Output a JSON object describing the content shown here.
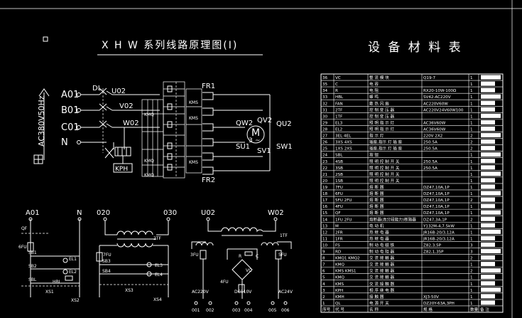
{
  "title_left": "X H W 系列线路原理图(Ⅰ)",
  "title_right": "设 备 材 料 表",
  "supply_label": "AC380V50Hz",
  "phases": [
    "A01",
    "B01",
    "C01",
    "N"
  ],
  "main": {
    "dl": "DL",
    "u02": "U02",
    "v02": "V02",
    "w02": "W02",
    "fr1": "FR1",
    "fr2": "FR2",
    "kph": "KPH",
    "qw2": "QW2",
    "qv2": "QV2",
    "qu2": "QU2",
    "su1": "SU1",
    "sv1": "SV1",
    "sw1": "SW1",
    "motor_m": "M",
    "motor_3": "3",
    "motor_tilde": "~",
    "kmq_labels": [
      "KMQ",
      "KMQ",
      "KMQ"
    ],
    "kms_labels": [
      "KMS",
      "KMS",
      "KMS"
    ]
  },
  "control": {
    "c1": {
      "left": "A01",
      "right": "N",
      "items": [
        "QF",
        "6FU",
        "SB1",
        "SB2",
        "SBL",
        "HBL",
        "EL1",
        "EL2",
        "XS1",
        "XS2"
      ]
    },
    "c2": {
      "left": "020",
      "right": "030",
      "items": [
        "2TF",
        "7FU",
        "SB3",
        "SB4",
        "EL3",
        "EL4",
        "XS3",
        "XS4"
      ]
    },
    "c3": {
      "left": "U02",
      "right": "W02",
      "items": [
        "1TF",
        "3FU",
        "4FU",
        "5FU",
        "VC",
        "R",
        "C",
        "AC220V",
        "DC110V",
        "AC24V",
        "001",
        "002",
        "003",
        "004",
        "005",
        "006"
      ]
    }
  },
  "table": {
    "rows": [
      {
        "no": "36",
        "code": "VC",
        "name": "整 流 模 块",
        "spec": "Q19-7",
        "qty": "1"
      },
      {
        "no": "35",
        "code": "C",
        "name": "电 容",
        "spec": "",
        "qty": "1"
      },
      {
        "no": "34",
        "code": "R",
        "name": "电 阻",
        "spec": "RX20-10W-100Ω",
        "qty": "1"
      },
      {
        "no": "33",
        "code": "HBL",
        "name": "蜂 鸣",
        "spec": "SV42-AC220V",
        "qty": "1"
      },
      {
        "no": "32",
        "code": "FAN",
        "name": "散 热 风 扇",
        "spec": "AC220V60W",
        "qty": "1"
      },
      {
        "no": "31",
        "code": "2TF",
        "name": "控 制 变 压 器",
        "spec": "AC220V24V60W100",
        "qty": "1"
      },
      {
        "no": "30",
        "code": "1TF",
        "name": "控 制 变 压 器",
        "spec": "",
        "qty": "1"
      },
      {
        "no": "29",
        "code": "EL3",
        "name": "照 明 指 示 灯",
        "spec": "AC36V60W",
        "qty": "1"
      },
      {
        "no": "28",
        "code": "EL2",
        "name": "照 明 指 示 灯",
        "spec": "AC36V60W",
        "qty": "1"
      },
      {
        "no": "27",
        "code": "3EL 4EL",
        "name": "指 示 灯",
        "spec": "220V 2X2",
        "qty": "2"
      },
      {
        "no": "26",
        "code": "3XS 4XS",
        "name": "插座,指示 灯 插 座",
        "spec": "250.5A",
        "qty": "2"
      },
      {
        "no": "25",
        "code": "1XS 2XS",
        "name": "插座,指示 灯 插 座",
        "spec": "250.5A",
        "qty": "2"
      },
      {
        "no": "24",
        "code": "SBL",
        "name": "按 钮",
        "spec": "",
        "qty": "1"
      },
      {
        "no": "23",
        "code": "4SB",
        "name": "照 明 控 制 开 关",
        "spec": "250.5A",
        "qty": "1"
      },
      {
        "no": "22",
        "code": "3SB",
        "name": "照 明 控 制 开 关",
        "spec": "250.5A",
        "qty": "1"
      },
      {
        "no": "21",
        "code": "2SB",
        "name": "照 明 控 制 开 关",
        "spec": "",
        "qty": "1"
      },
      {
        "no": "20",
        "code": "1SB",
        "name": "照 明 控 制 开 关",
        "spec": "",
        "qty": "1"
      },
      {
        "no": "19",
        "code": "7FU",
        "name": "熔 断 器",
        "spec": "DZ47,10A,1P",
        "qty": "1"
      },
      {
        "no": "18",
        "code": "6FU",
        "name": "熔 断 器",
        "spec": "DZ47,10A,1P",
        "qty": "1"
      },
      {
        "no": "17",
        "code": "5FU 2FU",
        "name": "熔 断 器",
        "spec": "DZ47,10A,1P",
        "qty": "2"
      },
      {
        "no": "16",
        "code": "4FU",
        "name": "熔 断 器",
        "spec": "DZ47,10A,1P",
        "qty": "1"
      },
      {
        "no": "15",
        "code": "QF",
        "name": "熔 断 器",
        "spec": "DZ47,10A,1P",
        "qty": "1"
      },
      {
        "no": "14",
        "code": "1FU 2FU",
        "name": "熔断器(高分段能力)断路器",
        "spec": "DZ47,3A,1P",
        "qty": "2"
      },
      {
        "no": "13",
        "code": "M",
        "name": "电 动 机",
        "spec": "Y132M-4,7.5kW",
        "qty": "1"
      },
      {
        "no": "12",
        "code": "2FR",
        "name": "热 继 电 器",
        "spec": "JR16B-20/3,12A",
        "qty": "1"
      },
      {
        "no": "11",
        "code": "1FR",
        "name": "热 继 电 器",
        "spec": "JR16B-20/3,12A",
        "qty": "1"
      },
      {
        "no": "10",
        "code": "FS",
        "name": "制 动 电 磁 铁",
        "spec": "Z82,3,5P",
        "qty": "3"
      },
      {
        "no": "9",
        "code": "RD",
        "name": "制 动 电 阻 器",
        "spec": "Z82,1,35P",
        "qty": "3"
      },
      {
        "no": "8",
        "code": "KMQ1 KMQ2",
        "name": "交 流 接 触 器",
        "spec": "",
        "qty": "2"
      },
      {
        "no": "7",
        "code": "KMQ",
        "name": "交 流 接 触 器",
        "spec": "",
        "qty": "1"
      },
      {
        "no": "6",
        "code": "KMS KMS1",
        "name": "交 流 接 触 器",
        "spec": "",
        "qty": "2"
      },
      {
        "no": "5",
        "code": "KMQ",
        "name": "交 流 接 触 器",
        "spec": "",
        "qty": "1"
      },
      {
        "no": "4",
        "code": "KMS",
        "name": "交 流 接 触 器",
        "spec": "",
        "qty": "1"
      },
      {
        "no": "3",
        "code": "KPH",
        "name": "相 序 继 电 器",
        "spec": "",
        "qty": "1"
      },
      {
        "no": "2",
        "code": "KMH",
        "name": "接 触 器",
        "spec": "XJ3-50V",
        "qty": "1"
      },
      {
        "no": "1",
        "code": "QL",
        "name": "电 源 开 关",
        "spec": "DZ20Y-63A,3PH",
        "qty": "1"
      }
    ],
    "footer": [
      "序号",
      "代 号",
      "名 称",
      "规 格",
      "数量",
      "备 注"
    ]
  }
}
